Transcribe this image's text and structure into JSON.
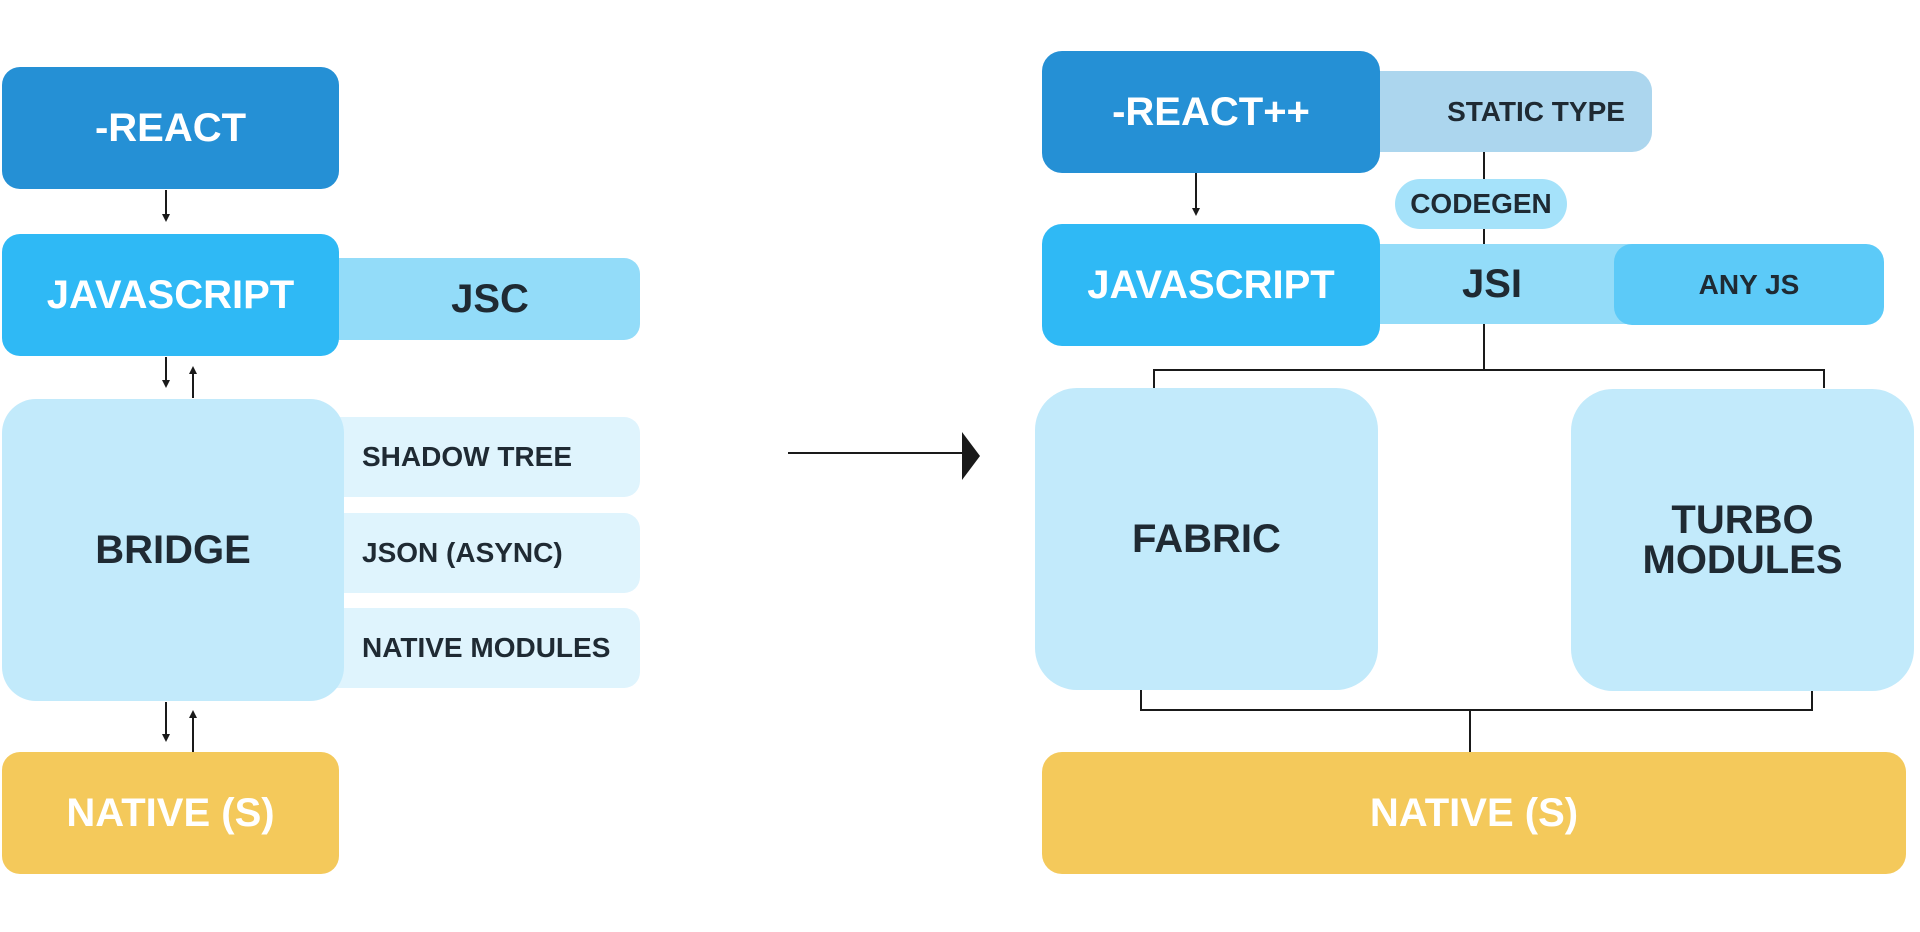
{
  "old_architecture": {
    "react": "-REACT",
    "javascript": "JAVASCRIPT",
    "jsc": "JSC",
    "bridge": "BRIDGE",
    "shadow_tree": "SHADOW TREE",
    "json_async": "JSON (ASYNC)",
    "native_modules": "NATIVE MODULES",
    "native": "NATIVE (S)"
  },
  "new_architecture": {
    "react": "-REACT++",
    "static_type": "STATIC TYPE",
    "codegen": "CODEGEN",
    "javascript": "JAVASCRIPT",
    "jsi": "JSI",
    "any_js": "ANY JS",
    "fabric": "FABRIC",
    "turbo_modules": "TURBO\nMODULES",
    "native": "NATIVE (S)"
  },
  "colors": {
    "react": "#2590d5",
    "javascript": "#2fb9f5",
    "jsi": "#93dcf9",
    "any_js": "#5ccaf8",
    "bridge_fabric_turbo": "#c2eafb",
    "side_labels": "#dff4fd",
    "static_type": "#acd6ee",
    "codegen": "#a5e2fa",
    "native": "#f4c95b",
    "line": "#1a1a1a"
  }
}
